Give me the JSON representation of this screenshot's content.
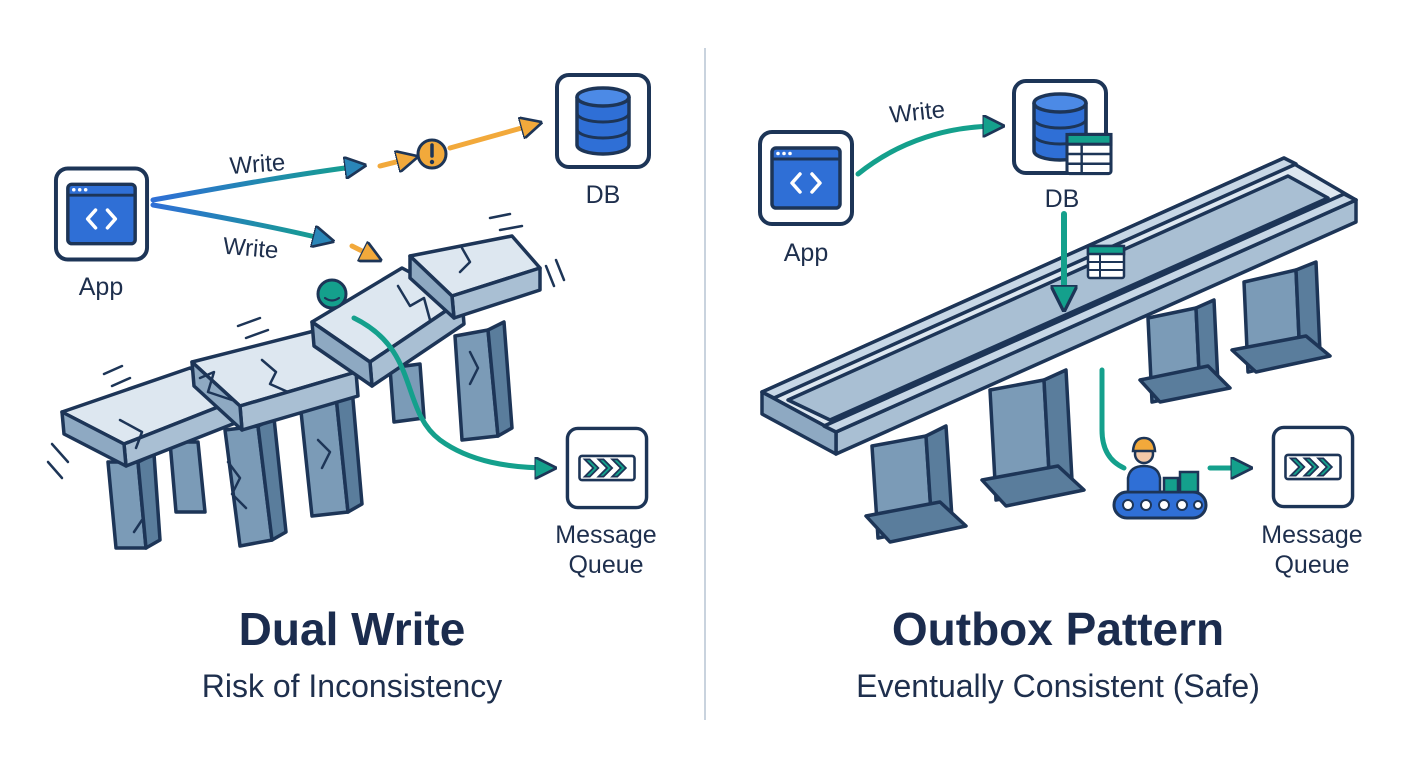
{
  "left": {
    "app_label": "App",
    "db_label": "DB",
    "write_label_1": "Write",
    "write_label_2": "Write",
    "queue_label_line1": "Message",
    "queue_label_line2": "Queue",
    "title": "Dual Write",
    "subtitle": "Risk of Inconsistency"
  },
  "right": {
    "app_label": "App",
    "db_label": "DB",
    "write_label": "Write",
    "queue_label_line1": "Message",
    "queue_label_line2": "Queue",
    "title": "Outbox Pattern",
    "subtitle": "Eventually Consistent (Safe)"
  },
  "icons": {
    "app": "code-window-icon",
    "db": "database-cylinder-icon",
    "queue": "chevrons-right-icon",
    "warning": "exclamation-circle-icon",
    "outbox_table": "table-icon",
    "worker": "worker-conveyor-icon"
  },
  "colors": {
    "navy": "#1d3557",
    "blue": "#2f6fd6",
    "teal": "#14a08c",
    "orange": "#f2a93b",
    "pillar": "#7b9bb7",
    "deck": "#c7d7e6",
    "divider": "#c9d3de"
  }
}
